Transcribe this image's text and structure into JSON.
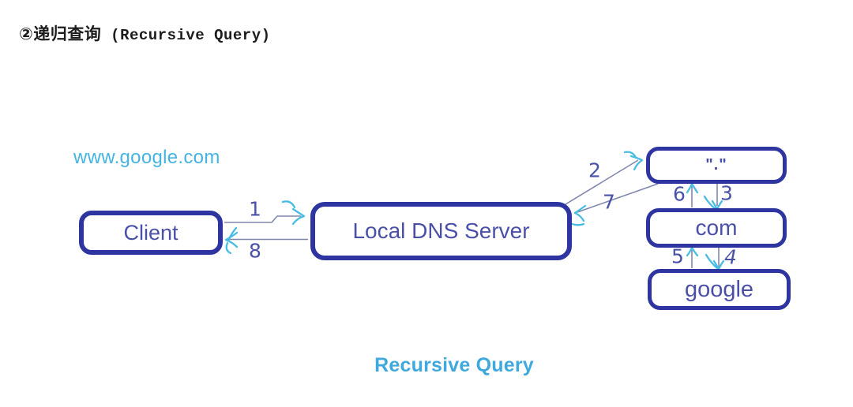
{
  "title": {
    "prefix": "②递归查询",
    "suffix": " (Recursive Query)"
  },
  "annotations": {
    "query_domain": "www.google.com",
    "caption": "Recursive Query"
  },
  "nodes": {
    "client": {
      "label": "Client"
    },
    "local_dns": {
      "label": "Local DNS Server"
    },
    "root": {
      "label": "\".\""
    },
    "com": {
      "label": "com"
    },
    "google": {
      "label": "google"
    }
  },
  "steps": [
    "1",
    "2",
    "3",
    "4",
    "5",
    "6",
    "7",
    "8"
  ],
  "colors": {
    "box-border": "#2e35a0",
    "box-text": "#4a50a8",
    "step-text": "#4952a6",
    "line": "#8087ad",
    "arrow": "#49bce4",
    "cyan-text": "#45b4e2",
    "caption-text": "#3fa8dd",
    "title-text": "#1c1c1c"
  }
}
